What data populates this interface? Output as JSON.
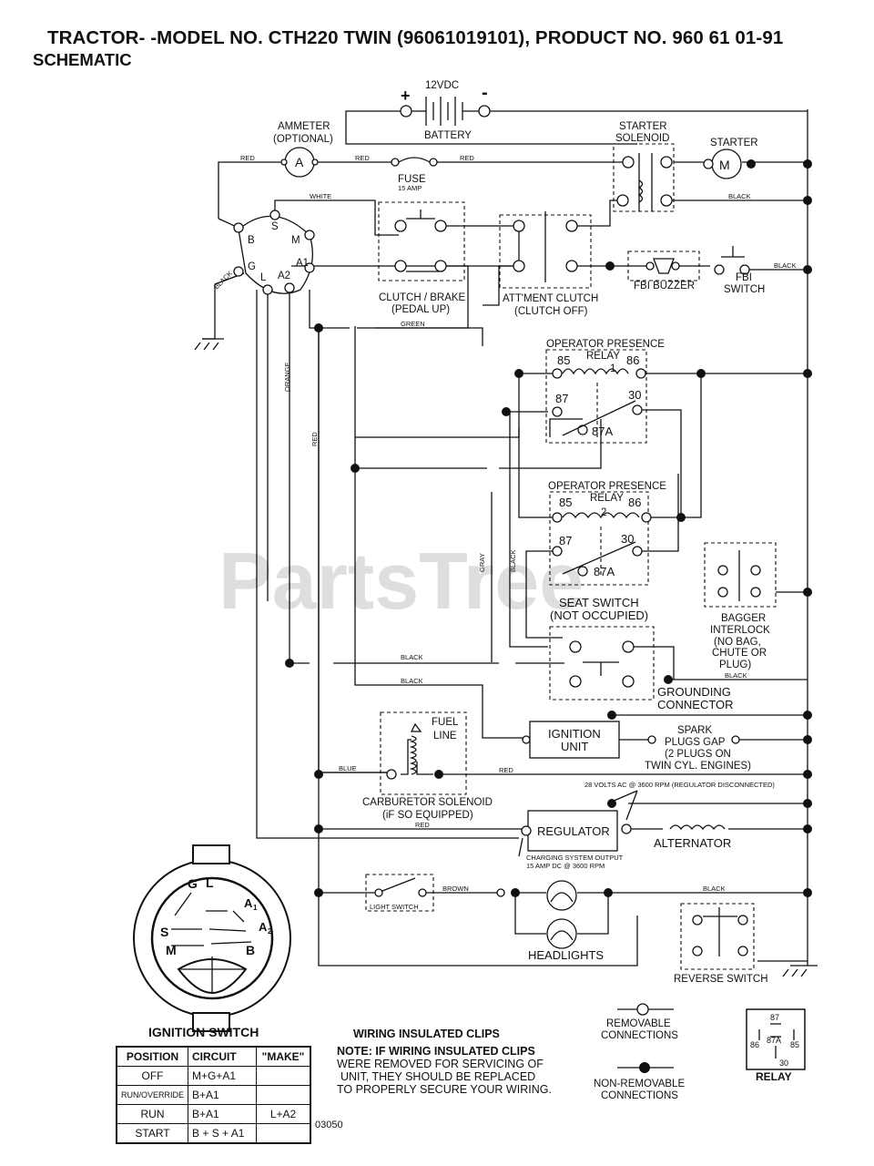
{
  "header": {
    "title": "TRACTOR- -MODEL NO. CTH220 TWIN (96061019101), PRODUCT NO. 960 61 01-91",
    "subtitle": "SCHEMATIC"
  },
  "watermark": "PartsTree",
  "diagram_code": "03050",
  "components": {
    "battery": {
      "voltage": "12VDC",
      "label": "BATTERY",
      "plus": "+",
      "minus": "-"
    },
    "ammeter": {
      "label1": "AMMETER",
      "label2": "(OPTIONAL)",
      "symbol": "A"
    },
    "fuse": {
      "label": "FUSE",
      "rating": "15 AMP"
    },
    "starter_solenoid": {
      "label1": "STARTER",
      "label2": "SOLENOID"
    },
    "starter": {
      "label": "STARTER",
      "symbol": "M"
    },
    "clutch_brake": {
      "label1": "CLUTCH / BRAKE",
      "label2": "(PEDAL UP)"
    },
    "attachment_clutch": {
      "label1": "ATT'MENT CLUTCH",
      "label2": "(CLUTCH OFF)"
    },
    "fbi_buzzer": {
      "label": "FBI BUZZER"
    },
    "fbi_switch": {
      "label1": "FBI",
      "label2": "SWITCH"
    },
    "relay1": {
      "label1": "OPERATOR PRESENCE",
      "label2": "RELAY",
      "num": "1",
      "t85": "85",
      "t86": "86",
      "t87": "87",
      "t30": "30",
      "t87a": "87A"
    },
    "relay2": {
      "label1": "OPERATOR PRESENCE",
      "label2": "RELAY",
      "num": "2",
      "t85": "85",
      "t86": "86",
      "t87": "87",
      "t30": "30",
      "t87a": "87A"
    },
    "bagger": {
      "label1": "BAGGER",
      "label2": "INTERLOCK",
      "label3": "(NO BAG,",
      "label4": "CHUTE OR",
      "label5": "PLUG)"
    },
    "seat_switch": {
      "label1": "SEAT SWITCH",
      "label2": "(NOT OCCUPIED)"
    },
    "grounding": {
      "label1": "GROUNDING",
      "label2": "CONNECTOR"
    },
    "ignition_unit": {
      "label1": "IGNITION",
      "label2": "UNIT"
    },
    "spark": {
      "label1": "SPARK",
      "label2": "PLUGS GAP",
      "label3": "(2 PLUGS ON",
      "label4": "TWIN CYL. ENGINES)"
    },
    "fuel": {
      "label1": "FUEL",
      "label2": "LINE"
    },
    "carb": {
      "label1": "CARBURETOR SOLENOID",
      "label2": "(iF SO EQUIPPED)"
    },
    "regulator": {
      "label": "REGULATOR",
      "note_ac": "28 VOLTS AC @ 3600 RPM (REGULATOR DISCONNECTED)",
      "note_dc1": "CHARGING SYSTEM OUTPUT",
      "note_dc2": "15 AMP DC @ 3600 RPM"
    },
    "alternator": {
      "label": "ALTERNATOR"
    },
    "light_switch": {
      "label": "LIGHT SWITCH"
    },
    "headlights": {
      "label": "HEADLIGHTS"
    },
    "reverse_switch": {
      "label": "REVERSE SWITCH"
    },
    "ignition_terminals": {
      "S": "S",
      "M": "M",
      "B": "B",
      "G": "G",
      "L": "L",
      "A1": "A1",
      "A2": "A2"
    }
  },
  "wires": {
    "red": "RED",
    "white": "WHITE",
    "black": "BLACK",
    "green": "GREEN",
    "orange": "ORANGE",
    "gray": "GRAY",
    "blue": "BLUE",
    "brown": "BROWN"
  },
  "ignition_switch": {
    "title": "IGNITION SWITCH",
    "face": {
      "G": "G",
      "L": "L",
      "A1": "A",
      "A1sub": "1",
      "S": "S",
      "A2": "A",
      "A2sub": "2",
      "M": "M",
      "B": "B"
    },
    "headers": [
      "POSITION",
      "CIRCUIT",
      "\"MAKE\""
    ],
    "rows": [
      {
        "position": "OFF",
        "circuit": "M+G+A1",
        "make": ""
      },
      {
        "position": "RUN/OVERRIDE",
        "circuit": "B+A1",
        "make": ""
      },
      {
        "position": "RUN",
        "circuit": "B+A1",
        "make": "L+A2"
      },
      {
        "position": "START",
        "circuit": "B + S + A1",
        "make": ""
      }
    ]
  },
  "clips_note": {
    "title": "WIRING INSULATED CLIPS",
    "line1": "NOTE: IF WIRING INSULATED CLIPS",
    "line2": "WERE REMOVED FOR SERVICING OF",
    "line3": "UNIT, THEY SHOULD BE REPLACED",
    "line4": "TO PROPERLY SECURE YOUR WIRING."
  },
  "legend": {
    "removable1": "REMOVABLE",
    "removable2": "CONNECTIONS",
    "nonremovable1": "NON-REMOVABLE",
    "nonremovable2": "CONNECTIONS",
    "relay_label": "RELAY",
    "relay_pins": {
      "p87": "87",
      "p87a": "87A",
      "p86": "86",
      "p85": "85",
      "p30": "30"
    }
  }
}
